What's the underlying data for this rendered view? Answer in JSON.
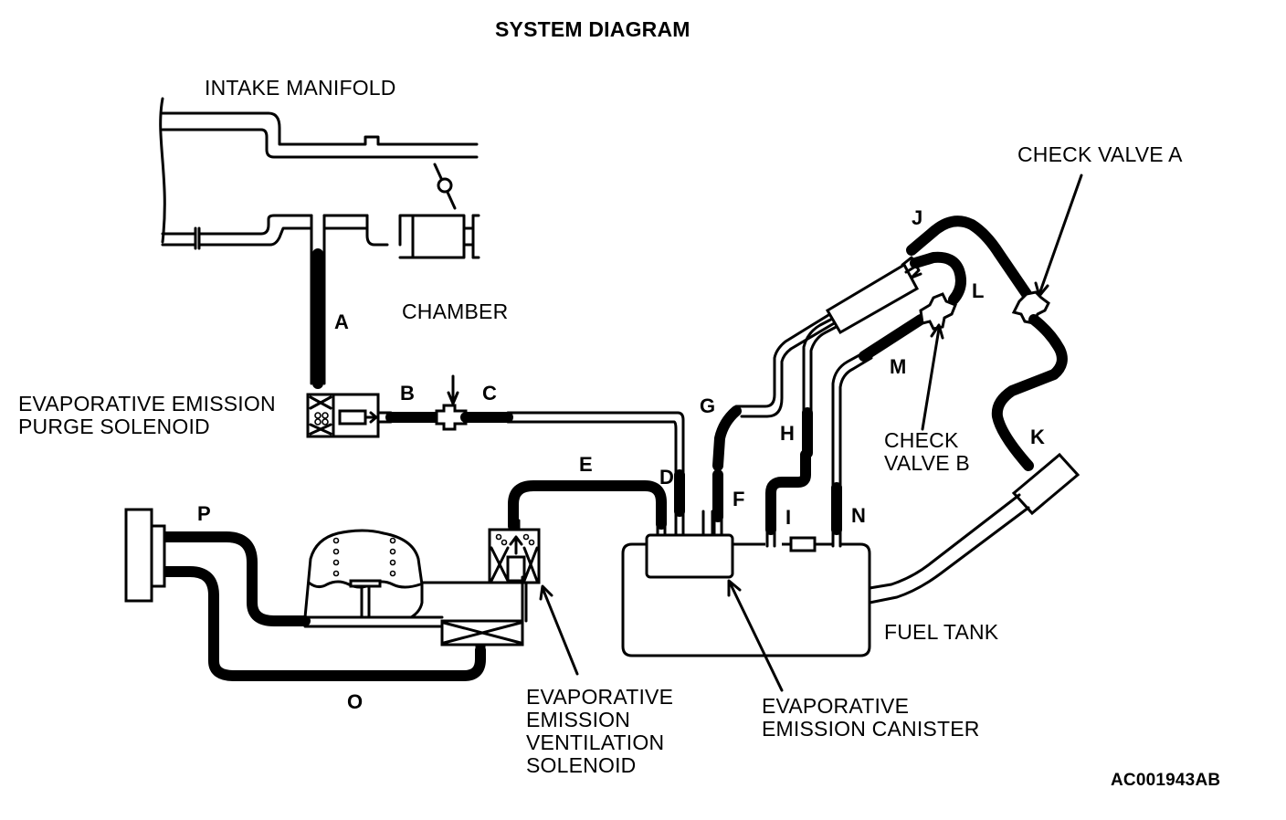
{
  "title": "SYSTEM DIAGRAM",
  "figure_id": "AC001943AB",
  "components": {
    "intake_manifold": "INTAKE MANIFOLD",
    "chamber": "CHAMBER",
    "purge_solenoid": "EVAPORATIVE EMISSION\nPURGE SOLENOID",
    "check_valve_a": "CHECK VALVE A",
    "check_valve_b": "CHECK\nVALVE B",
    "fuel_tank": "FUEL TANK",
    "ventilation_solenoid": "EVAPORATIVE\nEMISSION\nVENTILATION\nSOLENOID",
    "canister": "EVAPORATIVE\nEMISSION CANISTER"
  },
  "hoses": {
    "a": "A",
    "b": "B",
    "c": "C",
    "d": "D",
    "e": "E",
    "f": "F",
    "g": "G",
    "h": "H",
    "i": "I",
    "j": "J",
    "k": "K",
    "l": "L",
    "m": "M",
    "n": "N",
    "o": "O",
    "p": "P"
  }
}
